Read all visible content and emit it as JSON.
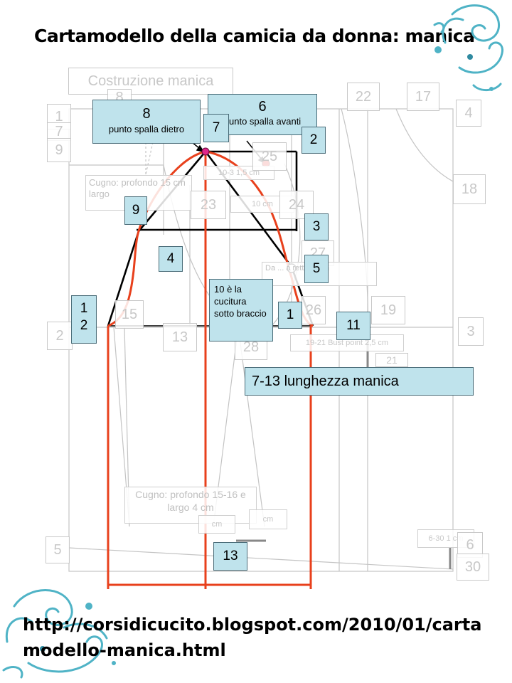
{
  "title": "Cartamodello della camicia da donna: manica",
  "url": "http://corsidicucito.blogspot.com/2010/01/cartamodello-manica.html",
  "colors": {
    "sleeve_curve": "#e8401c",
    "construction_lines": "#000000",
    "box_fill": "#bfe3ec",
    "box_border": "#4a6c78",
    "ghost_lines": "#c4c4c4",
    "point_pink": "#e0288c",
    "point_red": "#e0201a",
    "swirl": "#4fb3c6"
  },
  "background_labels": {
    "costruzione_manica": "Costruzione manica",
    "cugno_top": "Cugno: profondo 15 cm largo",
    "cugno_bottom": "Cugno: profondo 15-16 e largo 4 cm",
    "cm_10_3": "10-3 1,5 cm",
    "cm_10": "10 cm",
    "da_retta": "Da ... a retta di cm",
    "bust_point": "19-21 Bust point 2,5 cm",
    "cm_a": "cm",
    "cm_b": "cm",
    "cm_630": "6-30 1 cm",
    "n_22": "22",
    "n_17": "17",
    "n_4": "4",
    "n_18": "18",
    "n_1": "1",
    "n_7": "7",
    "n_9": "9",
    "n_8": "8",
    "n_25": "25",
    "n_23": "23",
    "n_24": "24",
    "n_27": "27",
    "n_2": "2",
    "n_15": "15",
    "n_13": "13",
    "n_28": "28",
    "n_26": "26",
    "n_19": "19",
    "n_21": "21",
    "n_3": "3",
    "n_5": "5",
    "n_6": "6",
    "n_30": "30"
  },
  "labels": {
    "p8": "8",
    "p8_caption": "punto spalla dietro",
    "p6": "6",
    "p6_caption": "punto spalla avanti",
    "p7": "7",
    "p2": "2",
    "p9": "9",
    "p3": "3",
    "p4": "4",
    "p5": "5",
    "p1_left": "1",
    "p2_left": "2",
    "p10_note": "10 è la cucitura sotto braccio",
    "p1_right": "1",
    "p11": "11",
    "length_label": "7-13 lunghezza manica",
    "p13": "13"
  }
}
